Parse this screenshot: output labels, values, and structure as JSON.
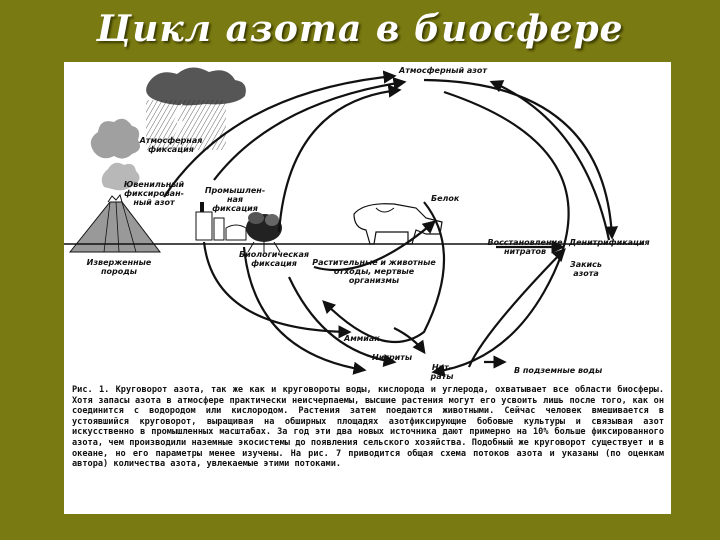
{
  "slide": {
    "title": "Цикл азота в биосфере"
  },
  "diagram": {
    "labels": {
      "atm_nitrogen": "Атмосферный азот",
      "atm_fixation": "Атмосферная фиксация",
      "juvenile": "Ювенильный фиксирован-ный азот",
      "industrial": "Промышлен-ная фиксация",
      "protein": "Белок",
      "volcanic": "Изверженные породы",
      "biological": "Биологическая фиксация",
      "residues": "Растительные и животные отходы, мертвые организмы",
      "reduction": "Восстановление нитратов",
      "denitrification": "Денитрификация",
      "nitrous": "Закись азота",
      "ammonia": "Аммиак",
      "nitrites": "Нитриты",
      "nitrates": "Нит-раты",
      "groundwater": "В подземные воды"
    }
  },
  "caption": {
    "text": "Рис. 1. Круговорот азота, так же как и круговороты воды, кислорода и углерода, охватывает все области биосферы. Хотя запасы азота в атмосфере практически неисчерпаемы, высшие растения могут его усвоить лишь после того, как он соединится с водородом или кислородом. Растения затем поедаются животными. Сейчас человек вмешивается в устоявшийся круговорот, выращивая на обширных площадях азотфиксирующие бобовые культуры и связывая азот искусственно в промышленных масштабах. За год эти два новых источника дают примерно на 10% больше фиксированного азота, чем производили наземные экосистемы до появления сельского хозяйства. Подобный же круговорот существует и в океане, но его параметры менее изучены. На рис. 7 приводится общая схема потоков азота и указаны (по оценкам автора) количества азота, увлекаемые этими потоками."
  }
}
